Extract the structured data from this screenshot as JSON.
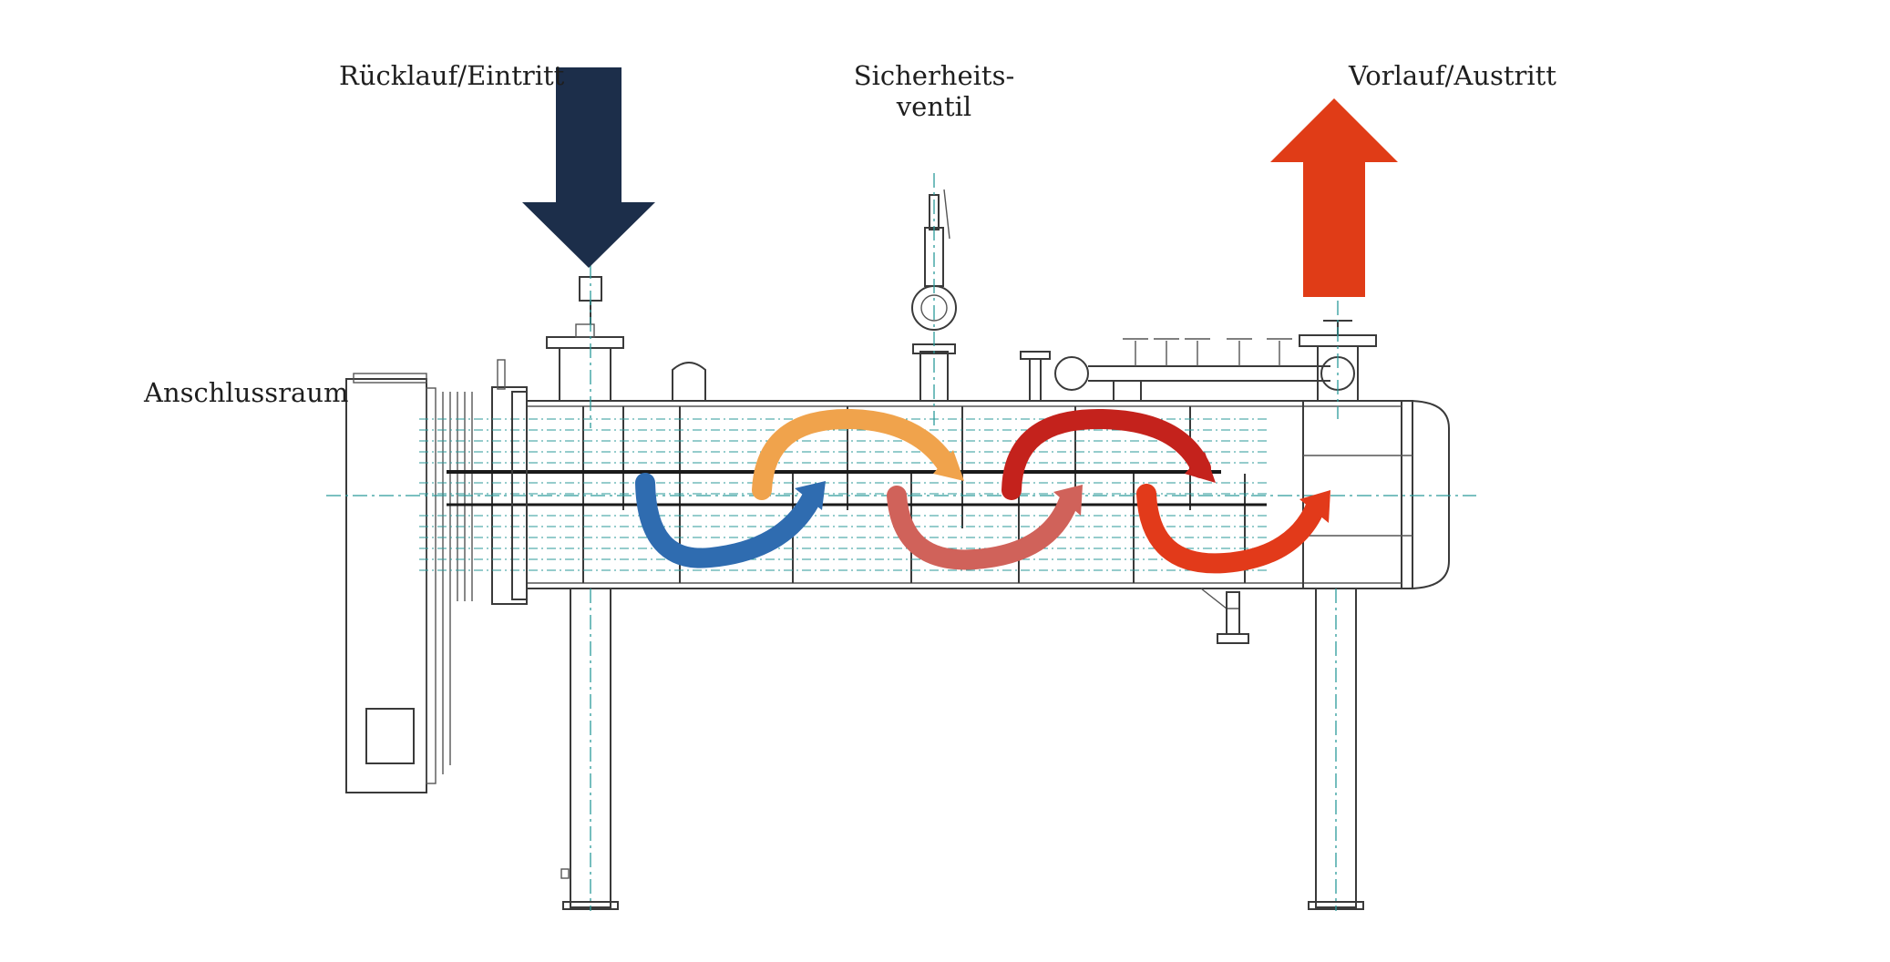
{
  "labels": {
    "return_inlet": "Rücklauf/Eintritt",
    "safety_valve_line1": "Sicherheits-",
    "safety_valve_line2": "ventil",
    "flow_outlet": "Vorlauf/Austritt",
    "terminal_box": "Anschlussraum"
  },
  "colors": {
    "inlet_arrow": "#1c2e4a",
    "outlet_arrow": "#e03c17",
    "flow_blue": "#2f6cb0",
    "flow_orange": "#f0a34c",
    "flow_dark_red": "#c4221c",
    "flow_pink": "#d0625a",
    "flow_red": "#e23a1a",
    "centerline": "#2b9a9a"
  },
  "icons": {
    "inlet": "arrow-down-icon",
    "outlet": "arrow-up-icon"
  }
}
